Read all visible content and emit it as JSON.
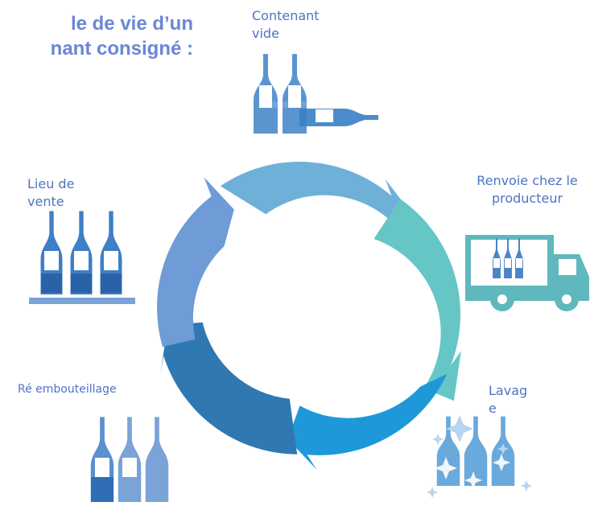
{
  "title": {
    "line1": "le de vie d’un",
    "line2": "nant consigné :"
  },
  "labels": {
    "empty_container": [
      "Contenant",
      "vide"
    ],
    "sent_back": [
      "Renvoie chez le",
      "producteur"
    ],
    "washing": [
      "Lavag",
      "e"
    ],
    "rebottling": "Ré embouteillage",
    "point_of_sale": [
      "Lieu de",
      "vente"
    ]
  },
  "cycle": {
    "stages": [
      "empty_container",
      "sent_back",
      "washing",
      "rebottling",
      "point_of_sale"
    ],
    "colors": [
      "#6fb0d8",
      "#66c6c6",
      "#1e98d9",
      "#2f78b1",
      "#6f9bd6"
    ]
  },
  "icons": [
    "bottles-icon",
    "truck-icon",
    "sparkle-bottles-icon",
    "bottles-icon",
    "shelf-bottles-icon"
  ]
}
